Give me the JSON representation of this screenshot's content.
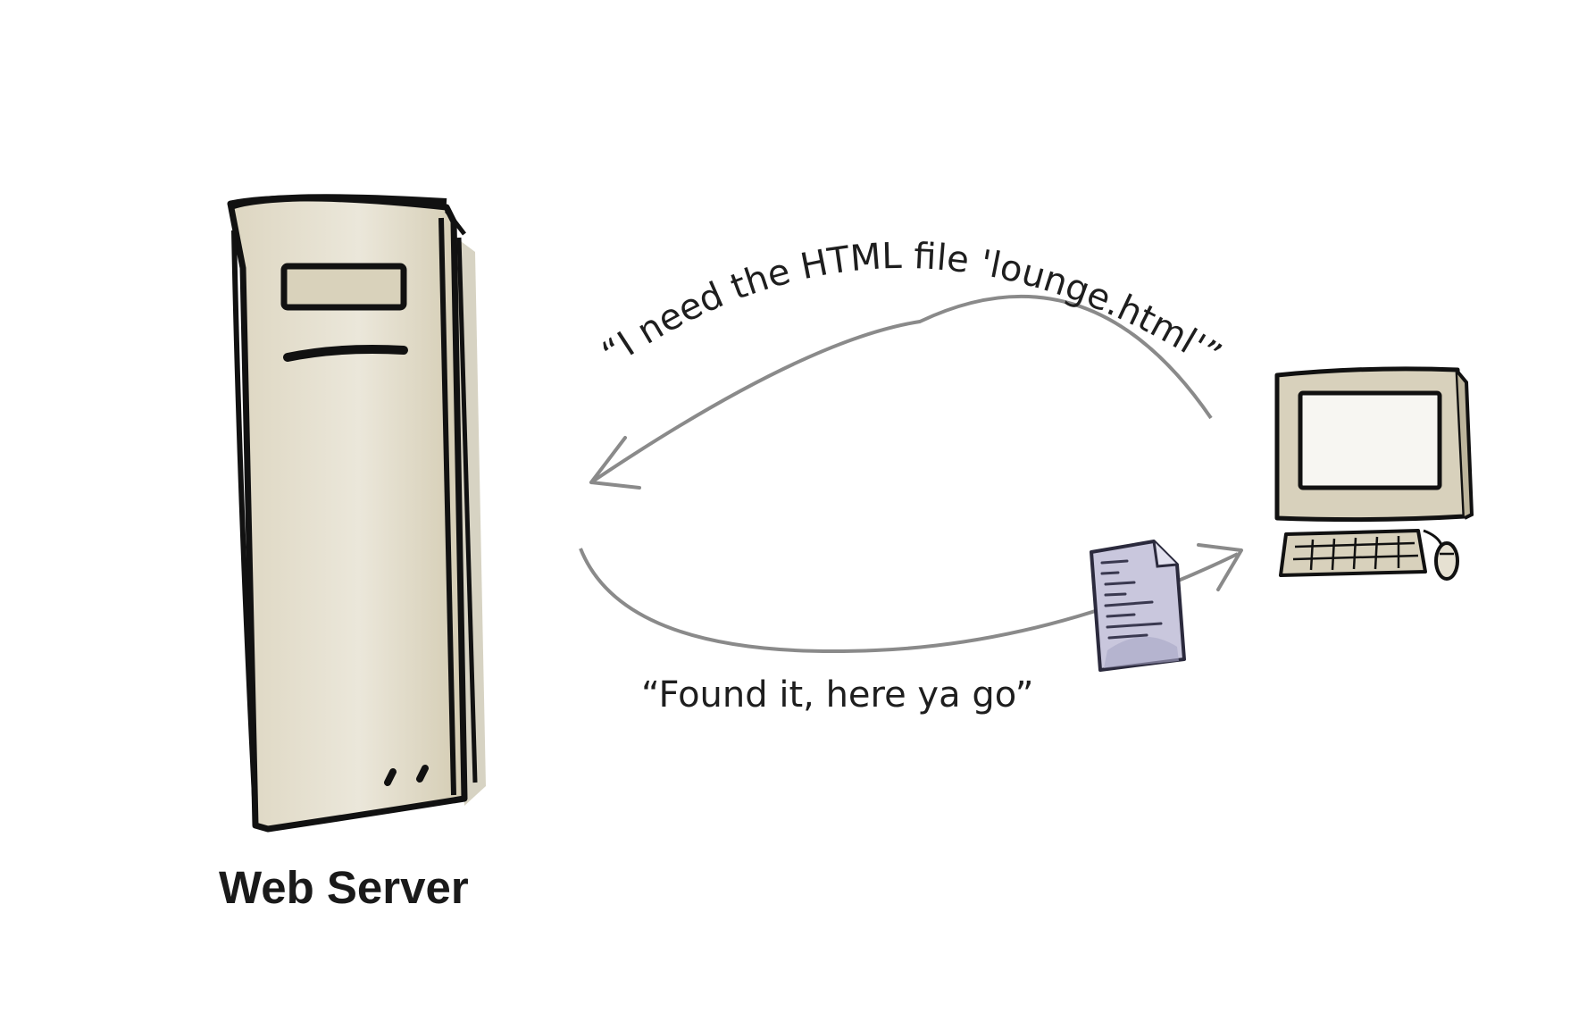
{
  "diagram": {
    "server_label": "Web Server",
    "request_text": "“I need the HTML file 'lounge.html'”",
    "response_text": "“Found it, here ya go”"
  },
  "colors": {
    "server_fill": "#e7e2d3",
    "server_shade": "#cfc8b0",
    "outline": "#111111",
    "arrow": "#8a8a8a",
    "document_fill": "#c9c7dd",
    "computer_fill": "#d8d1bc"
  }
}
